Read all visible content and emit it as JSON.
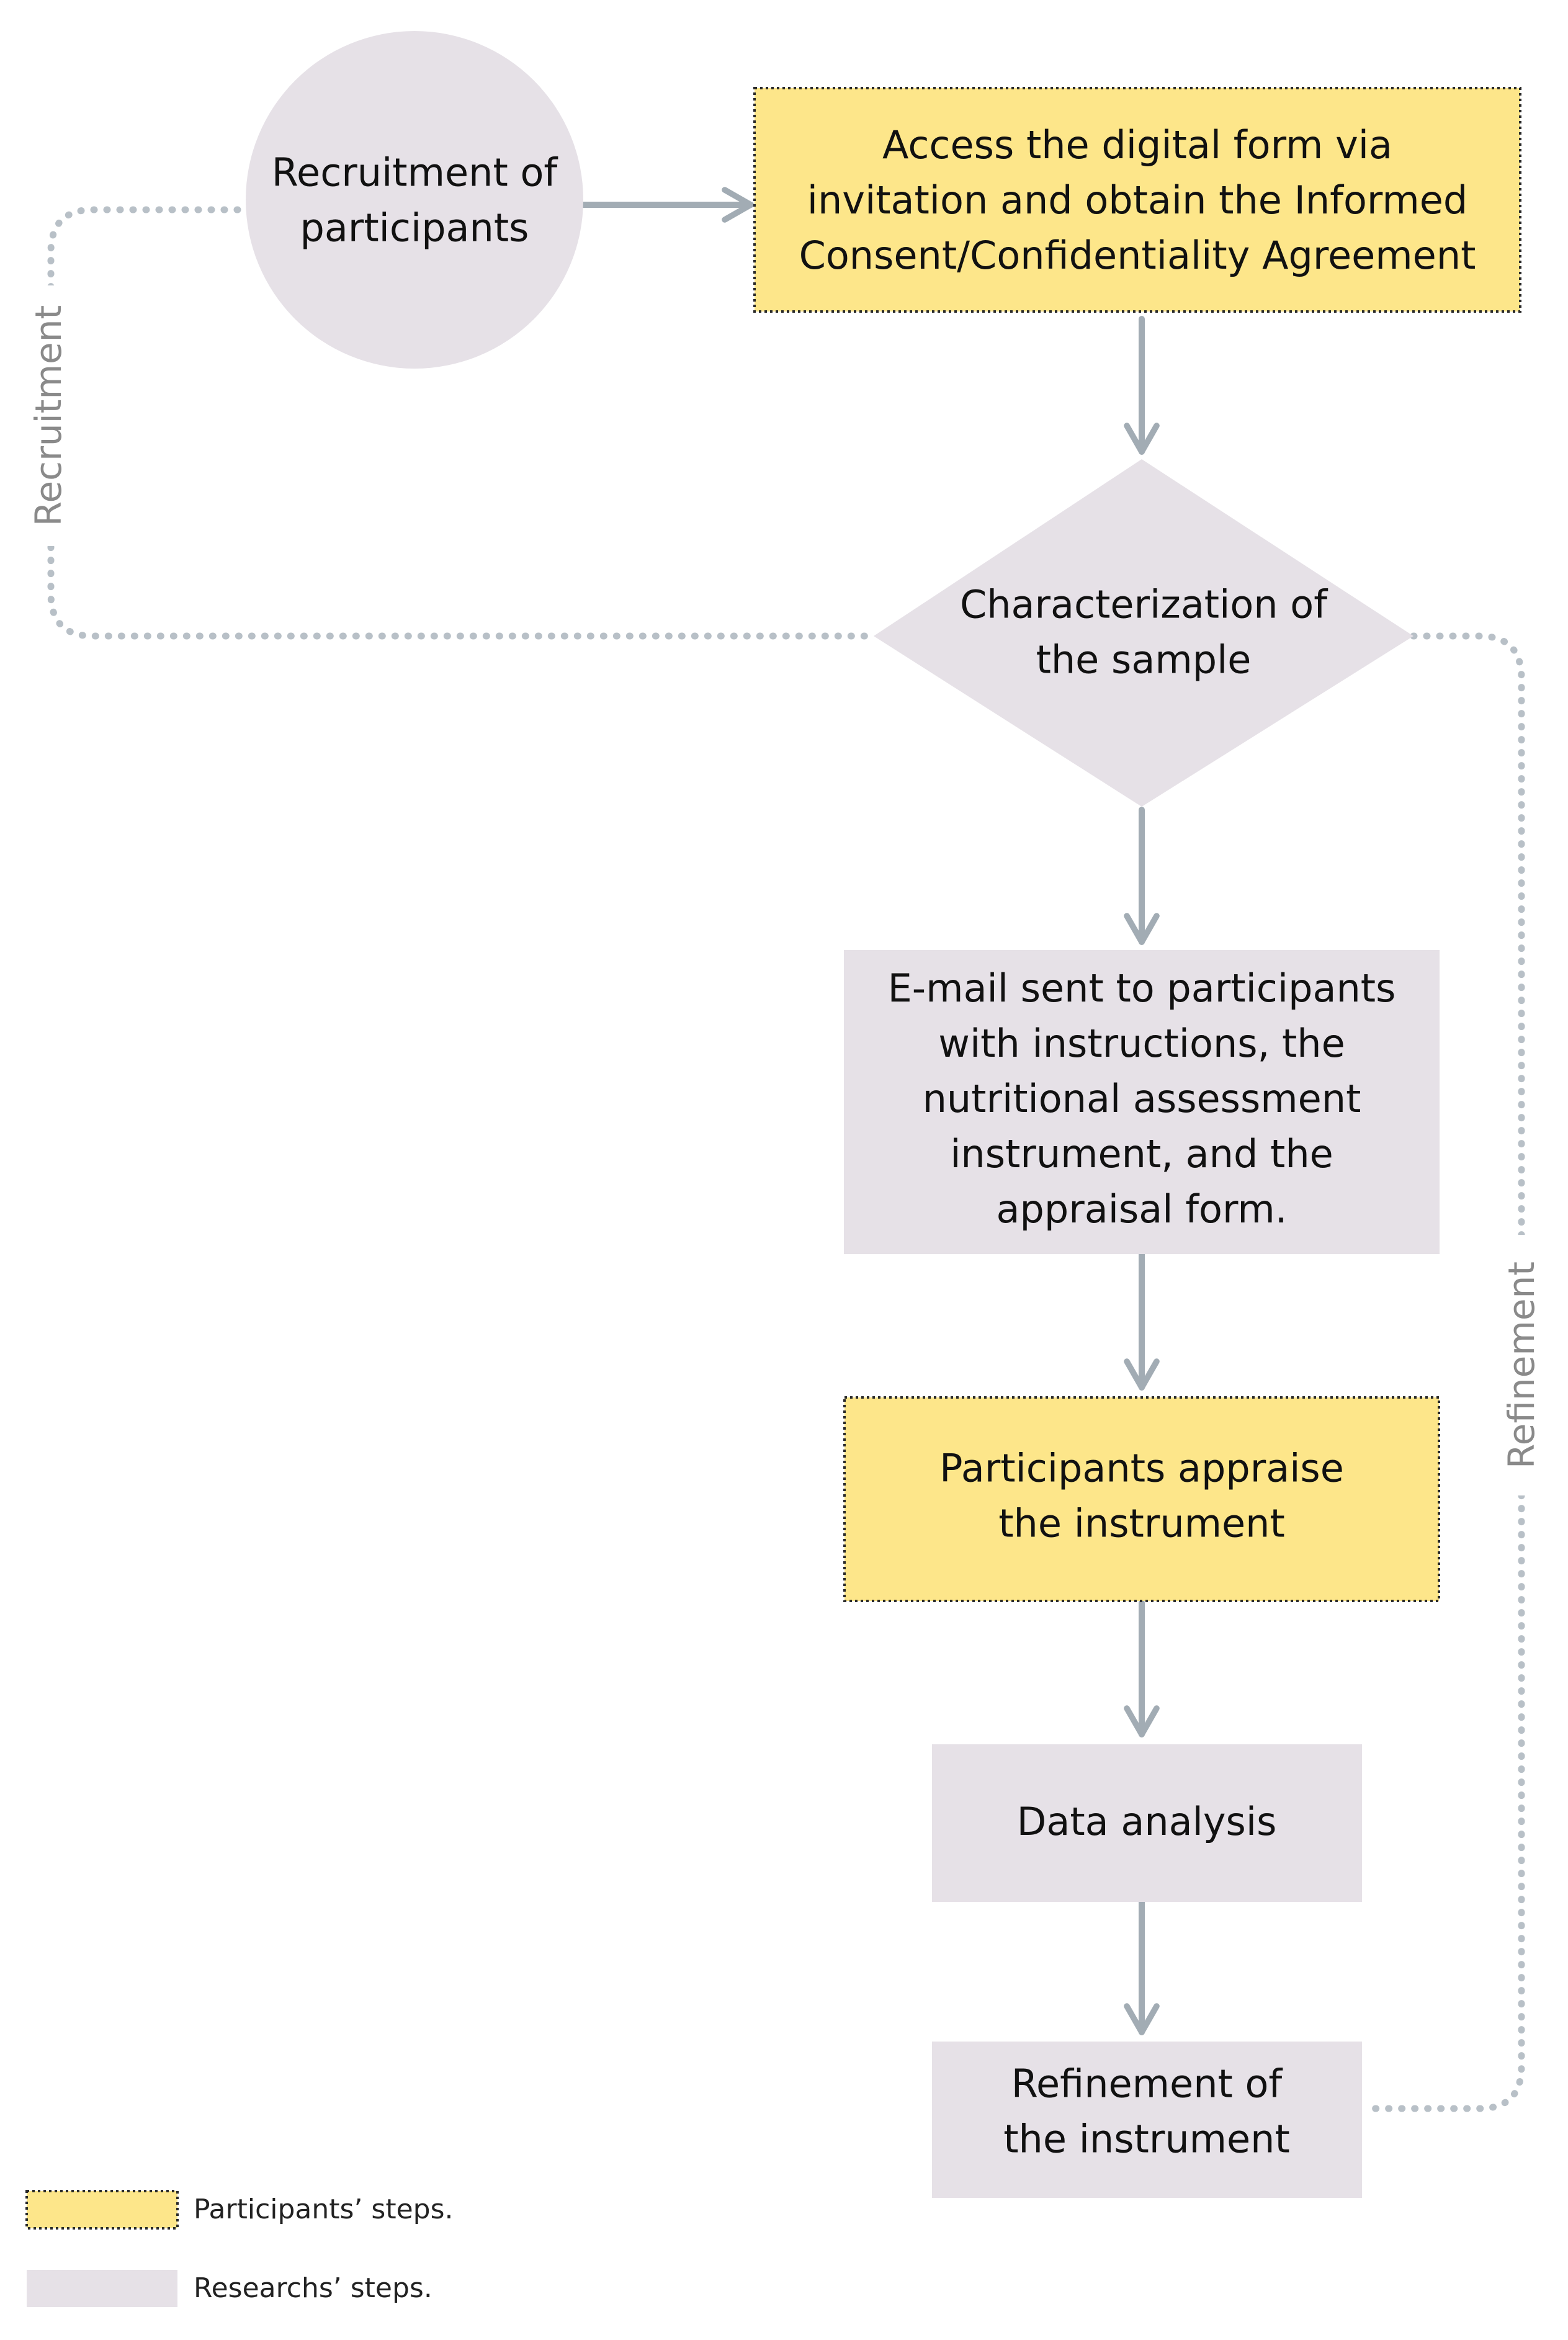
{
  "colors": {
    "participant_fill": "#fde68a",
    "participant_border": "#2a2a2a",
    "researcher_fill": "#e6e1e7",
    "arrow": "#a2acb4",
    "loop_line": "#b8c0c7",
    "loop_label": "#8a8a8a"
  },
  "nodes": {
    "recruitment": {
      "shape": "circle",
      "lines": [
        "Recruitment of",
        "participants"
      ]
    },
    "access_form": {
      "shape": "box-participant",
      "lines": [
        "Access the digital form via",
        "invitation and obtain the Informed",
        "Consent/Confidentiality Agreement"
      ]
    },
    "characterization": {
      "shape": "diamond",
      "lines": [
        "Characterization of",
        "the sample"
      ]
    },
    "email": {
      "shape": "box-researcher",
      "lines": [
        "E-mail sent to participants",
        "with instructions, the",
        "nutritional assessment",
        "instrument, and the",
        "appraisal form."
      ]
    },
    "appraise": {
      "shape": "box-participant",
      "lines": [
        "Participants appraise",
        "the instrument"
      ]
    },
    "analysis": {
      "shape": "box-researcher",
      "lines": [
        "Data analysis"
      ]
    },
    "refinement": {
      "shape": "box-researcher",
      "lines": [
        "Refinement of",
        "the instrument"
      ]
    }
  },
  "loops": {
    "left": {
      "label": "Recruitment"
    },
    "right": {
      "label": "Refinement"
    }
  },
  "legend": {
    "participants": "Participants’ steps.",
    "researchers": "Researchs’ steps."
  }
}
